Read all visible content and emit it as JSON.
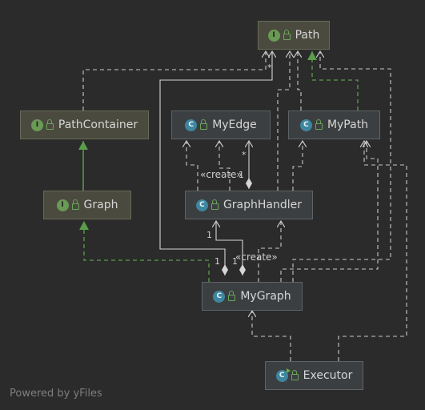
{
  "nodes": {
    "path": {
      "name": "Path",
      "kind": "I"
    },
    "path_container": {
      "name": "PathContainer",
      "kind": "I"
    },
    "graph": {
      "name": "Graph",
      "kind": "I"
    },
    "my_edge": {
      "name": "MyEdge",
      "kind": "C"
    },
    "my_path": {
      "name": "MyPath",
      "kind": "C"
    },
    "graph_handler": {
      "name": "GraphHandler",
      "kind": "C"
    },
    "my_graph": {
      "name": "MyGraph",
      "kind": "C"
    },
    "executor": {
      "name": "Executor",
      "kind": "C"
    }
  },
  "edge_labels": {
    "create_top": "«create»",
    "create_bottom": "«create»",
    "mult_star_path": "*",
    "mult_star_edge": "*",
    "mult_one_edge": "1",
    "mult_one_a": "1",
    "mult_one_b": "1",
    "mult_one_c": "1"
  },
  "footer": "Powered by yFiles",
  "colors": {
    "background": "#2b2b2b",
    "edge_dashed": "#c8c8c8",
    "inheritance": "#5a9e4b"
  }
}
